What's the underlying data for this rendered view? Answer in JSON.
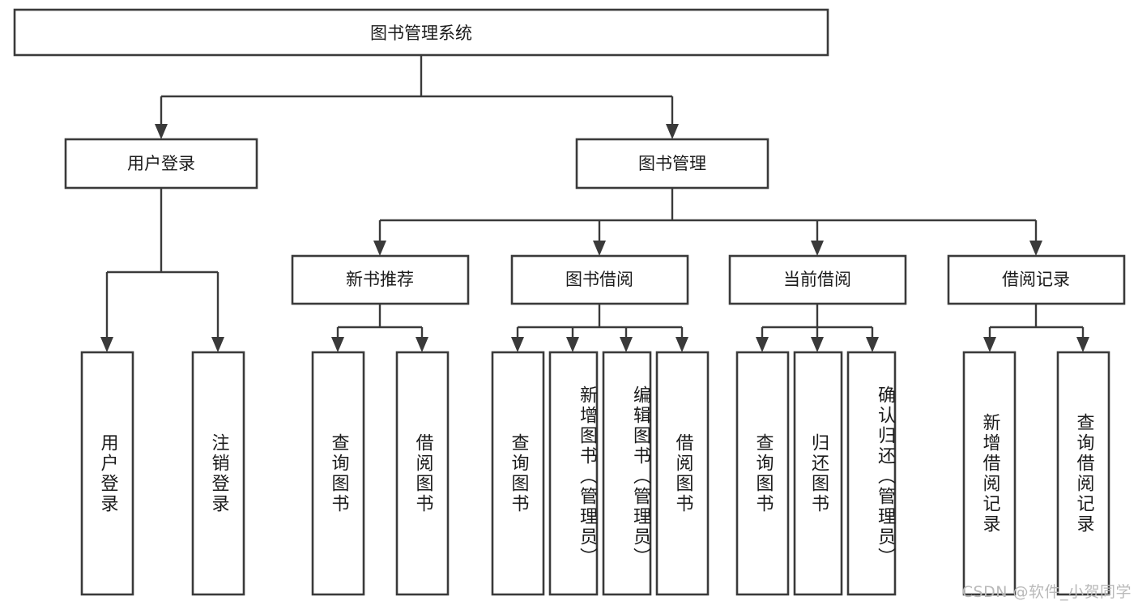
{
  "diagram": {
    "title": "图书管理系统",
    "type": "hierarchy-tree",
    "orientation": "top-down",
    "root": {
      "id": "root",
      "label": "图书管理系统"
    },
    "level2": [
      {
        "id": "user-login",
        "label": "用户登录"
      },
      {
        "id": "book-management",
        "label": "图书管理"
      }
    ],
    "level3": [
      {
        "id": "new-book-recommend",
        "label": "新书推荐",
        "parent": "book-management"
      },
      {
        "id": "book-borrow",
        "label": "图书借阅",
        "parent": "book-management"
      },
      {
        "id": "current-borrow",
        "label": "当前借阅",
        "parent": "book-management"
      },
      {
        "id": "borrow-record",
        "label": "借阅记录",
        "parent": "book-management"
      }
    ],
    "leaves": [
      {
        "id": "leaf-user-login",
        "label": "用户登录",
        "parent": "user-login"
      },
      {
        "id": "leaf-user-logout",
        "label": "注销登录",
        "parent": "user-login"
      },
      {
        "id": "leaf-query-book-1",
        "label": "查询图书",
        "parent": "new-book-recommend"
      },
      {
        "id": "leaf-borrow-book-1",
        "label": "借阅图书",
        "parent": "new-book-recommend"
      },
      {
        "id": "leaf-query-book-2",
        "label": "查询图书",
        "parent": "book-borrow"
      },
      {
        "id": "leaf-add-book",
        "label": "新增图书（管理员）",
        "parent": "book-borrow"
      },
      {
        "id": "leaf-edit-book",
        "label": "编辑图书（管理员）",
        "parent": "book-borrow"
      },
      {
        "id": "leaf-borrow-book-2",
        "label": "借阅图书",
        "parent": "book-borrow"
      },
      {
        "id": "leaf-query-book-3",
        "label": "查询图书",
        "parent": "current-borrow"
      },
      {
        "id": "leaf-return-book",
        "label": "归还图书",
        "parent": "current-borrow"
      },
      {
        "id": "leaf-confirm-return",
        "label": "确认归还（管理员）",
        "parent": "current-borrow"
      },
      {
        "id": "leaf-add-record",
        "label": "新增借阅记录",
        "parent": "borrow-record"
      },
      {
        "id": "leaf-query-record",
        "label": "查询借阅记录",
        "parent": "borrow-record"
      }
    ]
  },
  "watermark": {
    "text": "CSDN @软件_小贺同学"
  },
  "colors": {
    "stroke": "#3a3a3a",
    "box_fill": "#ffffff",
    "text": "#1b1b1b",
    "watermark": "#b9b9b9",
    "background": "#ffffff"
  }
}
